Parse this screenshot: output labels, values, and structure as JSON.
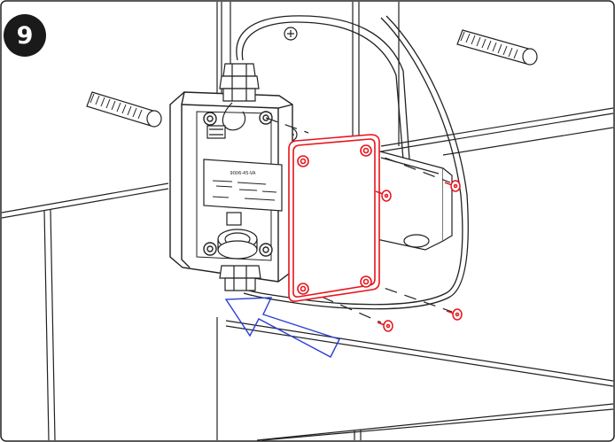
{
  "step": {
    "number": "9"
  },
  "label": {
    "lines": [
      "9006-45-VA",
      "",
      "",
      "",
      ""
    ]
  },
  "colors": {
    "line": "#222222",
    "highlight": "#e8141b",
    "arrow": "#2b3fd6",
    "badge": "#1a1a1a",
    "background": "#ffffff"
  },
  "icons": {
    "badge": "step-number-badge",
    "arrow": "push-direction-arrow",
    "cover": "enclosure-lid",
    "screws": "lid-screw"
  }
}
